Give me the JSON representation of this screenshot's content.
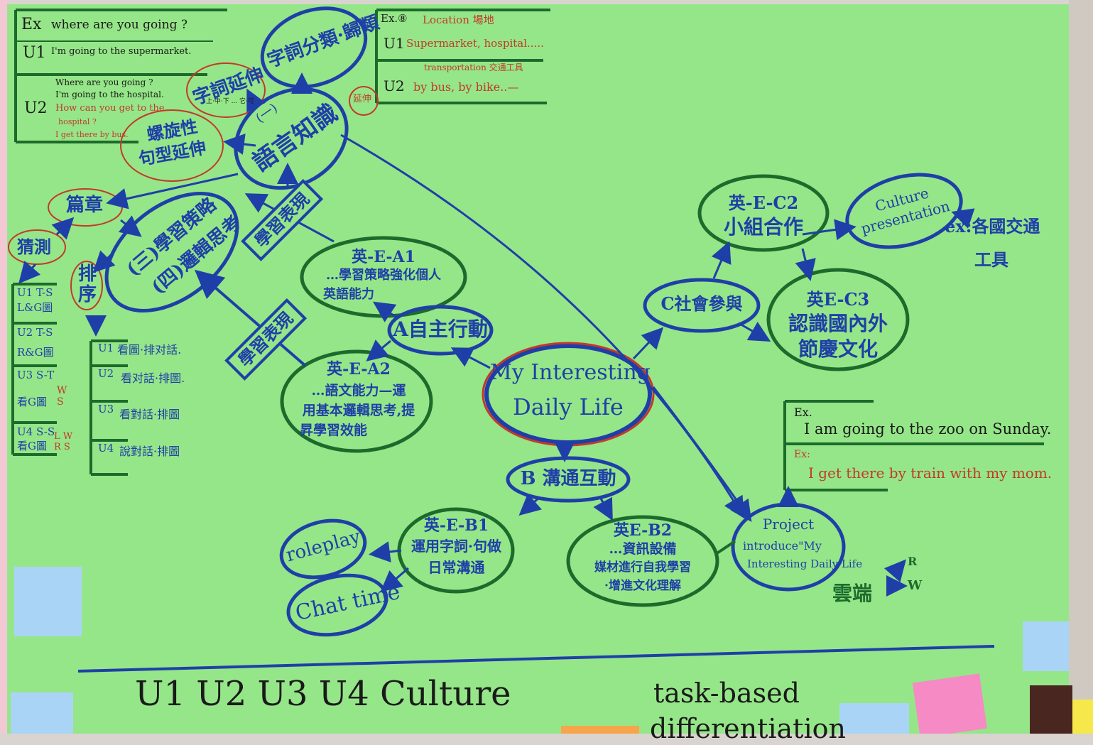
{
  "top_left_box": {
    "ex_label": "Ex",
    "ex_question": "where are you going ?",
    "u1_label": "U1",
    "u1_answer": "I'm going to the supermarket.",
    "u2_label": "U2",
    "u2_line1": "Where are you going ?",
    "u2_line2": "I'm going to the hospital.",
    "u2_line3": "How can you get to the",
    "u2_line4": "hospital ?",
    "u2_line5": "I get there by bus."
  },
  "top_mid_box": {
    "ex_label": "Ex.⑧",
    "location": "Location 場地",
    "u1_label": "U1",
    "u1_text": "Supermarket, hospital.....",
    "transport": "transportation 交通工具",
    "u2_label": "U2",
    "u2_text": "by bus, by bike..—"
  },
  "nodes": {
    "vocab_class": "字詞分類·歸類",
    "vocab_ext": "字詞延伸",
    "vocab_ext_note": "上·中·下 ... 它·可",
    "extend": "延伸",
    "spiral_l1": "螺旋性",
    "spiral_l2": "句型延伸",
    "lang_l1": "(一)",
    "lang_l2": "語言知識",
    "learn_perf_1": "學習表現",
    "learn_perf_2": "學習表現",
    "strategy_l1": "(三)學習策略",
    "strategy_l2": "(四)邏輯思考",
    "passage": "篇章",
    "guess": "猜測",
    "order": "排序",
    "ea1_l1": "英-E-A1",
    "ea1_l2": "…學習策略強化個人",
    "ea1_l3": "英語能力",
    "a_node": "A自主行動",
    "ea2_l1": "英-E-A2",
    "ea2_l2": "…語文能力—運",
    "ea2_l3": "用基本邏輯思考,提",
    "ea2_l4": "昇學習效能",
    "center_l1": "My Interesting",
    "center_l2": "Daily Life",
    "c_node": "C社會參與",
    "ec2_l1": "英-E-C2",
    "ec2_l2": "小組合作",
    "culture_l1": "Culture",
    "culture_l2": "presentation",
    "culture_ex_l1": "ex:各國交通",
    "culture_ex_l2": "工具",
    "ec3_l1": "英E-C3",
    "ec3_l2": "認識國內外",
    "ec3_l3": "節慶文化",
    "b_node": "B 溝通互動",
    "eb1_l1": "英-E-B1",
    "eb1_l2": "運用字詞·句做",
    "eb1_l3": "日常溝通",
    "roleplay": "roleplay",
    "chat_time": "Chat time",
    "eb2_l1": "英E-B2",
    "eb2_l2": "…資訊設備",
    "eb2_l3": "媒材進行自我學習",
    "eb2_l4": "·增進文化理解",
    "project_l1": "Project",
    "project_l2": "introduce\"My",
    "project_l3": "Interesting Daily Life",
    "cloud": "雲端",
    "r_mark": "R",
    "w_mark": "W"
  },
  "right_examples": {
    "ex1_label": "Ex.",
    "ex1_text": "I am going to the zoo on Sunday.",
    "ex2_label": "Ex:",
    "ex2_text": "I get there by train with my mom."
  },
  "left_units": [
    {
      "unit": "U1 T-S",
      "sub": "L&G圖"
    },
    {
      "unit": "U2 T-S",
      "sub": "R&G圖"
    },
    {
      "unit": "U3 S-T",
      "sub": "看G圖",
      "side": "W S"
    },
    {
      "unit": "U4 S-S",
      "sub": "看G圖",
      "side": "L W R S"
    }
  ],
  "order_steps": [
    {
      "unit": "U1",
      "text": "看圖·排对話."
    },
    {
      "unit": "U2",
      "text": "看对話·排圖."
    },
    {
      "unit": "U3",
      "text": "看對話·排圖"
    },
    {
      "unit": "U4",
      "text": "說對話·排圖"
    }
  ],
  "bottom": {
    "units": "U1  U2  U3  U4  Culture",
    "task": "task-based",
    "diff": "differentiation"
  },
  "colors": {
    "paper": "#95e688",
    "blue_ink": "#1f3fa8",
    "green_ink": "#1c6b2c",
    "red_ink": "#c3392b"
  }
}
